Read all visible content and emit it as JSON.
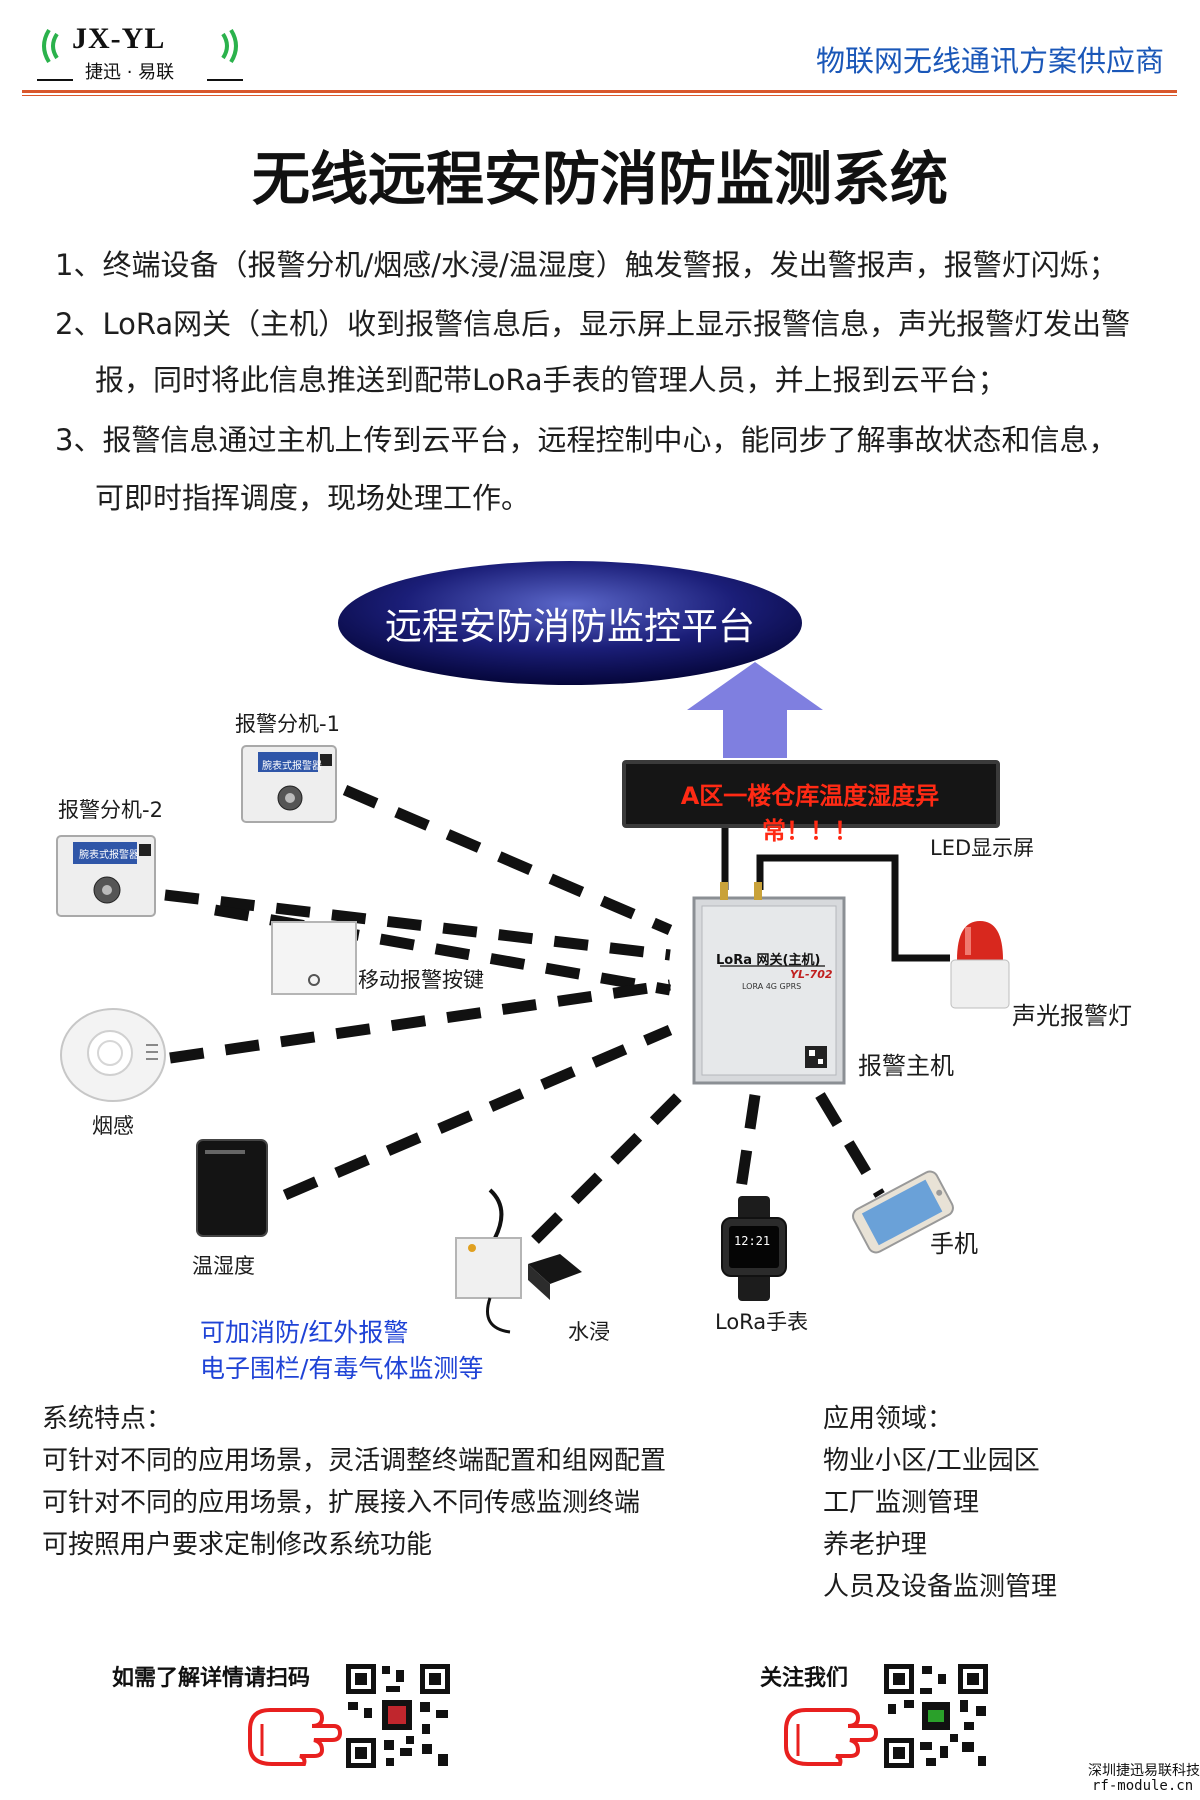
{
  "header": {
    "logo_text": "JX-YL",
    "logo_subtitle": "捷迅 · 易联",
    "tagline": "物联网无线通讯方案供应商"
  },
  "title": "无线远程安防消防监测系统",
  "intro": {
    "line1": "1、终端设备（报警分机/烟感/水浸/温湿度）触发警报，发出警报声，报警灯闪烁；",
    "line2a": "2、LoRa网关（主机）收到报警信息后，显示屏上显示报警信息，声光报警灯发出警",
    "line2b": "报，同时将此信息推送到配带LoRa手表的管理人员，并上报到云平台；",
    "line3a": "3、报警信息通过主机上传到云平台，远程控制中心，能同步了解事故状态和信息，",
    "line3b": "可即时指挥调度，现场处理工作。"
  },
  "diagram": {
    "platform": "远程安防消防监控平台",
    "led_message": "A区一楼仓库温度湿度异常！！！",
    "led_label": "LED显示屏",
    "gateway_title": "LoRa 网关(主机)",
    "gateway_model": "YL-702",
    "gateway_sub": "LORA 4G GPRS",
    "gateway_label": "报警主机",
    "alarm_light": "声光报警灯",
    "alarm1": "报警分机-1",
    "alarm2": "报警分机-2",
    "alarm_box_text": "腕表式报警器",
    "mobile_button": "移动报警按键",
    "smoke": "烟感",
    "temp_humidity": "温湿度",
    "water": "水浸",
    "watch": "LoRa手表",
    "watch_time": "12:21",
    "phone": "手机",
    "extra_line1": "可加消防/红外报警",
    "extra_line2": "电子围栏/有毒气体监测等"
  },
  "features": {
    "heading": "系统特点：",
    "items": [
      "可针对不同的应用场景，灵活调整终端配置和组网配置",
      "可针对不同的应用场景，扩展接入不同传感监测终端",
      "可按照用户要求定制修改系统功能"
    ]
  },
  "applications": {
    "heading": "应用领域：",
    "items": [
      "物业小区/工业园区",
      "工厂监测管理",
      "养老护理",
      "人员及设备监测管理"
    ]
  },
  "footer": {
    "scan_text": "如需了解详情请扫码",
    "follow_text": "关注我们",
    "company": "深圳捷迅易联科技",
    "website": "rf-module.cn"
  },
  "colors": {
    "accent_orange": "#d9572b",
    "tagline_blue": "#1a57b8",
    "highlight_blue": "#1f43d6",
    "led_red": "#ff2a14",
    "arrow": "#7f7fe0"
  }
}
